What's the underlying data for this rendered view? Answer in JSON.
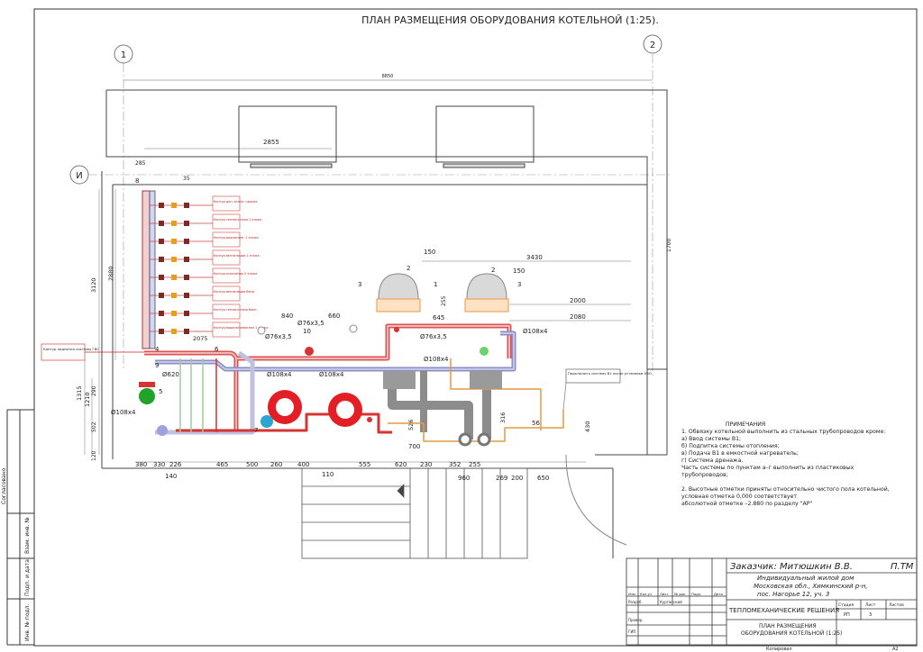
{
  "title": "ПЛАН РАЗМЕЩЕНИЯ ОБОРУДОВАНИЯ КОТЕЛЬНОЙ (1:25).",
  "axes": {
    "a1": "1",
    "a2": "2",
    "aI": "И"
  },
  "dims": {
    "d8850": "8850",
    "d2855": "2855",
    "d285": "285",
    "d35": "35",
    "d3120": "3120",
    "d2880": "2880",
    "d1700": "1700",
    "d3430": "3430",
    "d2000": "2000",
    "d2080": "2080",
    "d645": "645",
    "d150a": "150",
    "d150b": "150",
    "d840": "840",
    "d660": "660",
    "d2075": "2075",
    "d1315": "1315",
    "d1210": "1210",
    "d290": "290",
    "d502": "502",
    "d120": "120",
    "d380": "380",
    "d330": "330",
    "d226": "226",
    "d465": "465",
    "d500": "500",
    "d260": "260",
    "d400": "400",
    "d555": "555",
    "d620": "620",
    "d230": "230",
    "d352": "352",
    "d255": "255",
    "d269": "269",
    "d200": "200",
    "d650": "650",
    "d960": "960",
    "d700": "700",
    "d140": "140",
    "d110": "110",
    "d430": "430",
    "d526": "526",
    "d316": "316",
    "d56": "56"
  },
  "pipes": {
    "p108a": "Ø108х4",
    "p108b": "Ø108х4",
    "p108c": "Ø108х4",
    "p108d": "Ø108х4",
    "p108e": "Ø108х4",
    "p76a": "Ø76х3,5",
    "p76b": "Ø76х3,5",
    "p76c": "Ø76х3,5",
    "p620": "Ø620"
  },
  "markers": {
    "m1": "1",
    "m2a": "2",
    "m2b": "2",
    "m3a": "3",
    "m3b": "3",
    "m4": "4",
    "m5": "5",
    "m6": "6",
    "m7": "7",
    "m8": "8",
    "m9": "9",
    "m10": "10"
  },
  "circuits": [
    "Контур доп. отопл. гаража",
    "Контур теплого пола 1 этажа",
    "Контур радиаторн. 1 этажа",
    "Контур вентиляции 1 этажа",
    "Контур отопления 2 этажа",
    "Контур вентиляции бани",
    "Контур теплого пола бани",
    "Контур водонагревателя 1 этажа"
  ],
  "left_label": "Контур подпитки системы ГВС",
  "right_label": "Подключить систему В1 после установки ХВО",
  "notes": {
    "heading": "ПРИМЕЧАНИЯ",
    "lines": [
      "1. Обвязку котельной выполнить из стальных трубопроводов кроме:",
      "а) Ввод системы В1;",
      "б) Подпитка системы отопления;",
      "в) Подача В1 в емкостной нагреватель;",
      "г) Система дренажа.",
      "Часть системы по пунктам а–г выполнить из пластиковых",
      "трубопроводов;",
      "",
      "2. Высотные отметки приняты относительно чистого пола котельной,",
      "условная отметка 0,000 соответствует",
      "абсолютной отметке –2.880 по разделу \"АР\""
    ]
  },
  "stamp": {
    "customer": "Заказчик: Митюшкин В.В.",
    "code": "П.ТМ",
    "object_1": "Индивидуальный жилой дом",
    "object_2": "Московская обл., Химкинский р-н,",
    "object_3": "пос. Нагорье 12, уч. 3",
    "section": "ТЕПЛОМЕХАНИЧЕСКИЕ РЕШЕНИЯ",
    "sheet_title_1": "ПЛАН РАЗМЕЩЕНИЯ",
    "sheet_title_2": "ОБОРУДОВАНИЯ КОТЕЛЬНОЙ (1:25)",
    "col_izm": "Изм.",
    "col_kol": "Кол.уч",
    "col_list": "Лист",
    "col_ndok": "№ док.",
    "col_podp": "Подп.",
    "col_data": "Дата",
    "row_razrab": "Разраб.",
    "razrab_name": "Курганский",
    "row_prover": "Провер.",
    "row_gip": "ГИП",
    "h_stadiya": "Стадия",
    "h_list": "Лист",
    "h_listov": "Листов",
    "stadiya": "РП",
    "list": "3",
    "copied": "Копировал",
    "format": "А2"
  },
  "side": {
    "soglasovano": "Согласовано",
    "vzam": "Взам. инв. №",
    "podp": "Подп. и дата",
    "inv": "Инв. № подл."
  }
}
